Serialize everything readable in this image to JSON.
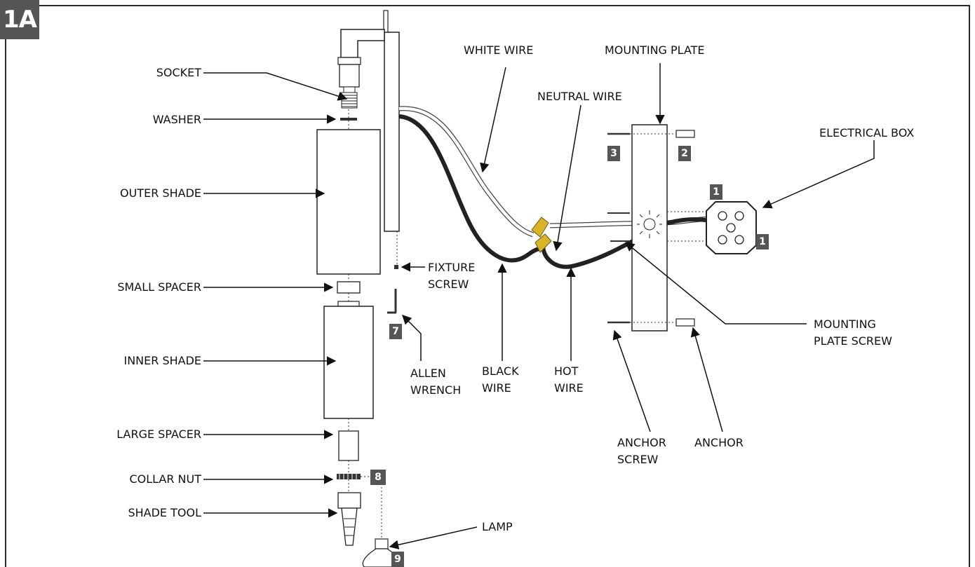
{
  "figure": {
    "badge": "1A"
  },
  "labels": {
    "socket": "SOCKET",
    "washer": "WASHER",
    "outer_shade": "OUTER SHADE",
    "small_spacer": "SMALL SPACER",
    "inner_shade": "INNER SHADE",
    "large_spacer": "LARGE SPACER",
    "collar_nut": "COLLAR NUT",
    "shade_tool": "SHADE TOOL",
    "lamp": "LAMP",
    "fixture_screw_1": "FIXTURE",
    "fixture_screw_2": "SCREW",
    "allen_wrench_1": "ALLEN",
    "allen_wrench_2": "WRENCH",
    "white_wire": "WHITE WIRE",
    "neutral_wire": "NEUTRAL WIRE",
    "black_wire_1": "BLACK",
    "black_wire_2": "WIRE",
    "hot_wire_1": "HOT",
    "hot_wire_2": "WIRE",
    "mounting_plate": "MOUNTING PLATE",
    "electrical_box": "ELECTRICAL BOX",
    "mounting_plate_screw_1": "MOUNTING",
    "mounting_plate_screw_2": "PLATE SCREW",
    "anchor_screw_1": "ANCHOR",
    "anchor_screw_2": "SCREW",
    "anchor": "ANCHOR"
  },
  "tags": {
    "t1a": "1",
    "t1b": "1",
    "t2": "2",
    "t3": "3",
    "t7": "7",
    "t8": "8",
    "t9": "9"
  }
}
